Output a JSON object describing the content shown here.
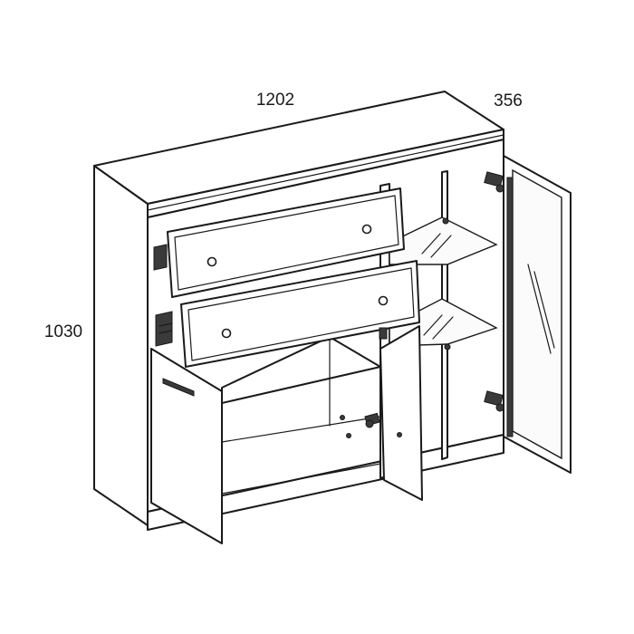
{
  "dimensions": {
    "width": "1202",
    "depth": "356",
    "height": "1030"
  },
  "colors": {
    "line": "#1a1a1a",
    "fill": "#ffffff",
    "shade": "#e6e6e6",
    "dark": "#3a3a3a"
  }
}
